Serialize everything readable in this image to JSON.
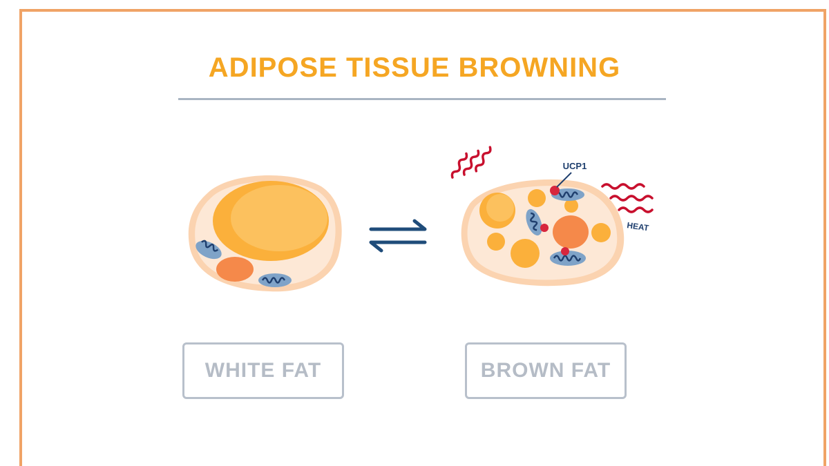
{
  "title": "ADIPOSE TISSUE BROWNING",
  "labels": {
    "white_fat": "WHITE FAT",
    "brown_fat": "BROWN FAT"
  },
  "annotations": {
    "ucp1": "UCP1",
    "heat": "HEAT"
  },
  "icons": {
    "exchange": "reversible-arrows-icon",
    "heat": "heat-wave-icon",
    "mitochondrion": "mitochondrion-icon"
  },
  "colors": {
    "title": "#f5a623",
    "frame": "#f0a366",
    "cell_outer": "#fbd3b0",
    "cell_inner": "#fde8d6",
    "lipid": "#fbb03b",
    "nucleus": "#f5894a",
    "mitochondria": "#2c4f7c",
    "ucp1": "#d7263d",
    "heat": "#c8102e",
    "arrows": "#1f4c7a",
    "label": "#b5bcc6"
  }
}
